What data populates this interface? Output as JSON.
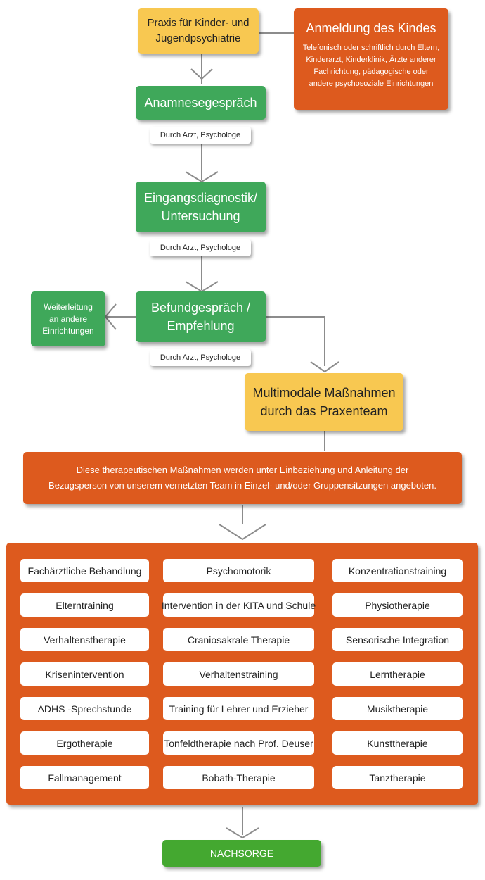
{
  "nodes": {
    "praxis": "Praxis für Kinder- und\nJugendpsychiatrie",
    "anmeldung_title": "Anmeldung des Kindes",
    "anmeldung_text": "Telefonisch oder schriftlich durch Eltern,\nKinderarzt, Kinderklinik, Ärzte anderer\nFachrichtung, pädagogische oder\nandere psychosoziale Einrichtungen",
    "anamnese": "Anamnesegespräch",
    "eingang": "Eingangsdiagnostik/\nUntersuchung",
    "befund": "Befundgespräch /\nEmpfehlung",
    "weiterleitung": "Weiterleitung\nan andere\nEinrichtungen",
    "multimodal": "Multimodale Maßnahmen\ndurch das Praxenteam",
    "therapie_info": "Diese  therapeutischen Maßnahmen werden  unter Einbeziehung  und Anleitung der\nBezugsperson von unserem vernetzten  Team  in  Einzel- und/oder Gruppensitzungen  angeboten.",
    "nachsorge": "NACHSORGE"
  },
  "tags": {
    "tag1": "Durch Arzt, Psychologe",
    "tag2": "Durch Arzt, Psychologe",
    "tag3": "Durch Arzt, Psychologe"
  },
  "measures": [
    [
      "Fachärztliche Behandlung",
      "Psychomotorik",
      "Konzentrationstraining"
    ],
    [
      "Elterntraining",
      "Intervention in der KITA und Schule",
      "Physiotherapie"
    ],
    [
      "Verhaltenstherapie",
      "Craniosakrale Therapie",
      "Sensorische Integration"
    ],
    [
      "Krisenintervention",
      "Verhaltenstraining",
      "Lerntherapie"
    ],
    [
      "ADHS -Sprechstunde",
      "Training für Lehrer und Erzieher",
      "Musiktherapie"
    ],
    [
      "Ergotherapie",
      "Tonfeldtherapie nach Prof. Deuser",
      "Kunsttherapie"
    ],
    [
      "Fallmanagement",
      "Bobath-Therapie",
      "Tanztherapie"
    ]
  ],
  "colors": {
    "yellow": "#f8c851",
    "green": "#3fa85a",
    "orange": "#dd5a1e",
    "connector": "#8c8c8c"
  }
}
